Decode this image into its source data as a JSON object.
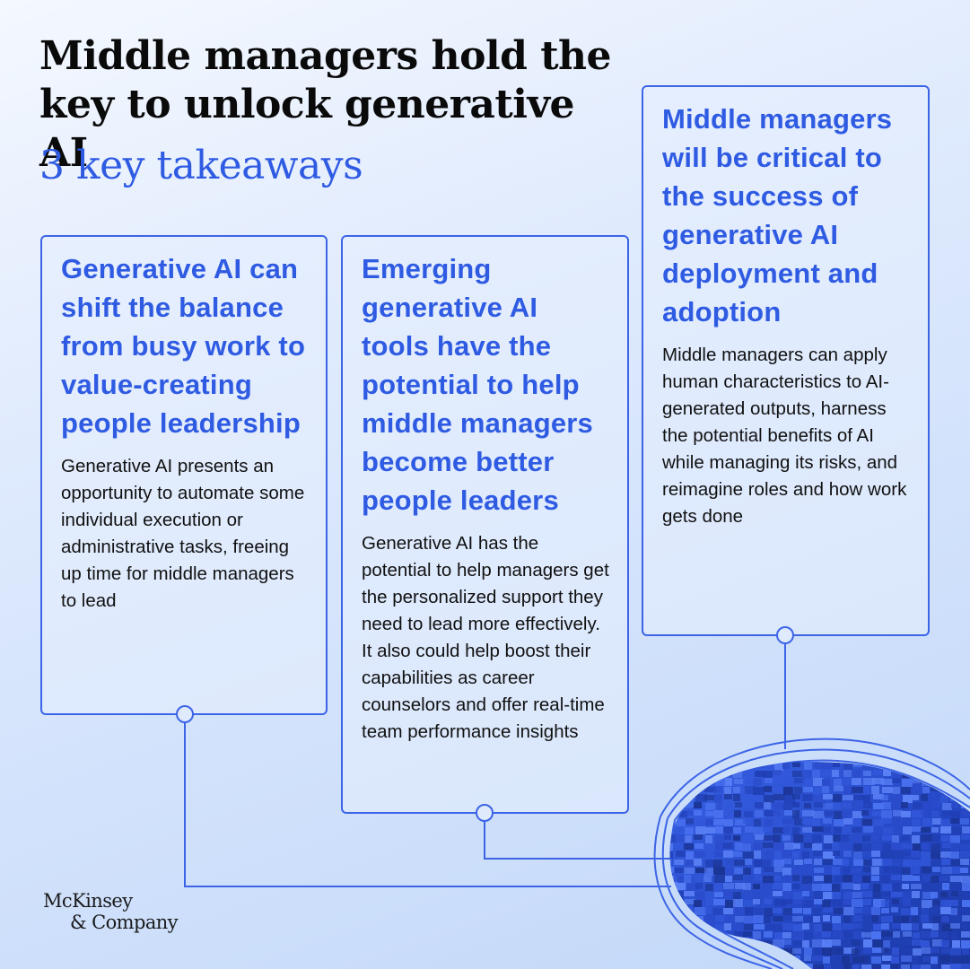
{
  "header": {
    "title": "Middle managers hold the key to unlock generative AI",
    "subtitle": "3 key takeaways"
  },
  "takeaways": [
    {
      "heading": "Generative AI can shift the balance from busy work to value-creating people leadership",
      "body": "Generative AI presents an opportunity to automate some individual execution or administrative tasks, freeing up time for middle managers to lead"
    },
    {
      "heading": "Emerging generative AI tools have the potential to help middle managers become better people leaders",
      "body": "Generative AI has the potential to help managers get the personalized support they need to lead more effectively. It also could help boost their capabilities as career counselors and offer real-time team performance insights"
    },
    {
      "heading": "Middle managers will be critical to the success of generative AI deployment and adoption",
      "body": "Middle managers can apply human characteristics to AI-generated outputs, harness the potential benefits of AI while managing its risks, and reimagine roles and how work gets done"
    }
  ],
  "logo": {
    "line1": "McKinsey",
    "line2": "& Company"
  },
  "colors": {
    "accent": "#2f5be3",
    "border": "#3c64e6",
    "brain": "#2a4fd0",
    "text": "#111111"
  },
  "icons": {
    "brain": "pixel-brain-illustration"
  }
}
